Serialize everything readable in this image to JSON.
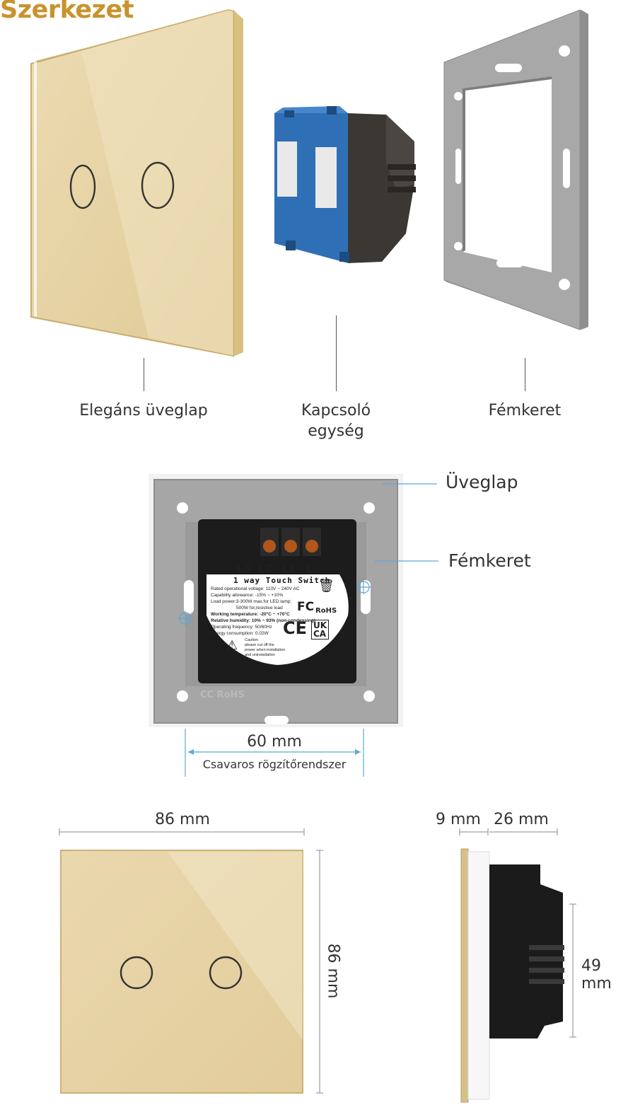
{
  "title": "Szerkezet",
  "components": {
    "glass": "Elegáns üveglap",
    "switch_line1": "Kapcsoló",
    "switch_line2": "egység",
    "frame": "Fémkeret"
  },
  "back_view": {
    "callout_glass": "Üveglap",
    "callout_frame": "Fémkeret",
    "terminals": [
      "L3",
      "L2",
      "L1",
      "L"
    ],
    "device_title": "1 way Touch Switch",
    "specs": [
      "Rated operational voltage: 110V ~ 240V AC",
      "Capability allowance: -15% ~ +10%",
      "Load power:3-300W max.for LED lamp;",
      "500W for,resistive load",
      "Working temperature: -20°C ~ +70°C",
      "Relative humidity: 10% ~ 93% (non-condensing)",
      "Operating frequency: 50/60Hz",
      "Energy consumption: 0.02W"
    ],
    "caution": [
      "Caution",
      "please cut off the",
      "power when installation",
      "and uninstallation"
    ],
    "marks": {
      "fc": "FC",
      "rohs": "RoHS",
      "ce": "CE",
      "ukca_top": "UK",
      "ukca_bottom": "CA"
    },
    "frame_marks": "CC RoHS",
    "screw_distance": "60 mm",
    "screw_label": "Csavaros rögzítőrendszer"
  },
  "dimensions": {
    "width": "86 mm",
    "height": "86 mm",
    "glass_depth": "9 mm",
    "body_depth": "26 mm",
    "body_height": "49 mm"
  },
  "colors": {
    "gold": "#e6d3a6",
    "gold_edge": "#c9ad6c",
    "frame_gray": "#a3a3a3",
    "title_gold": "#c8932e",
    "dimension_blue": "#5aa9d8"
  }
}
